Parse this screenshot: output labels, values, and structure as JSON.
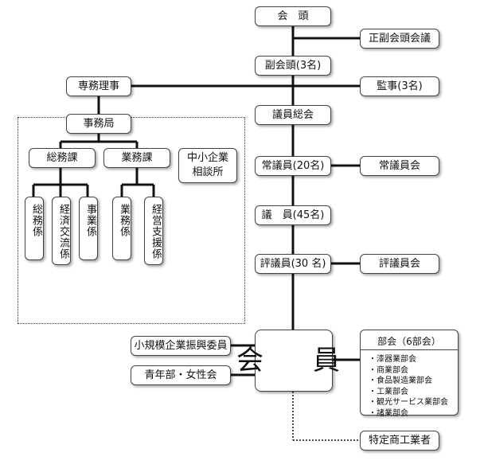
{
  "org": {
    "president": "会　頭",
    "president_council": "正副会頭会議",
    "vice_president": "副会頭(3名)",
    "auditor": "監事(3名)",
    "director": "専務理事",
    "assembly": "議員総会",
    "secretariat": "事務局",
    "standing_members": "常議員(20名)",
    "standing_council": "常議員会",
    "general_affairs_div": "総務課",
    "business_div": "業務課",
    "sme_consult": "中小企業相談所",
    "members_45": "議　員(45名)",
    "evaluators": "評議員(30 名)",
    "evaluators_council": "評議員会",
    "small_sections": [
      "総務係",
      "経済交流係",
      "事業係",
      "業務係",
      "経営支援係"
    ],
    "small_business_committee": "小規模企業振興委員",
    "youth_women": "青年部・女性会",
    "members": "会　員",
    "sections_title": "部会（6部会）",
    "sections": [
      "・漆器業部会",
      "・商業部会",
      "・食品製造業部会",
      "・工業部会",
      "・観光サービス業部会",
      "・諸業部会"
    ],
    "special_merchants": "特定商工業者"
  }
}
